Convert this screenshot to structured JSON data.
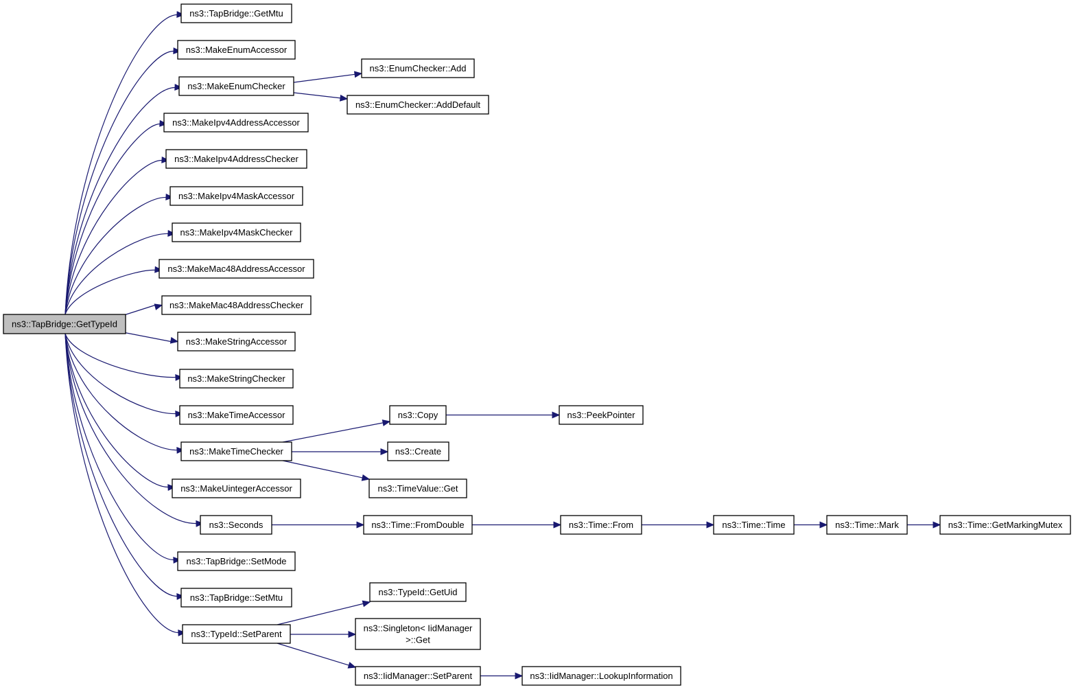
{
  "nodes": {
    "root": "ns3::TapBridge::GetTypeId",
    "get_mtu": "ns3::TapBridge::GetMtu",
    "make_enum_accessor": "ns3::MakeEnumAccessor",
    "make_enum_checker": "ns3::MakeEnumChecker",
    "enum_checker_add": "ns3::EnumChecker::Add",
    "enum_checker_add_default": "ns3::EnumChecker::AddDefault",
    "make_ipv4_address_accessor": "ns3::MakeIpv4AddressAccessor",
    "make_ipv4_address_checker": "ns3::MakeIpv4AddressChecker",
    "make_ipv4_mask_accessor": "ns3::MakeIpv4MaskAccessor",
    "make_ipv4_mask_checker": "ns3::MakeIpv4MaskChecker",
    "make_mac48_address_accessor": "ns3::MakeMac48AddressAccessor",
    "make_mac48_address_checker": "ns3::MakeMac48AddressChecker",
    "make_string_accessor": "ns3::MakeStringAccessor",
    "make_string_checker": "ns3::MakeStringChecker",
    "make_time_accessor": "ns3::MakeTimeAccessor",
    "make_time_checker": "ns3::MakeTimeChecker",
    "copy": "ns3::Copy",
    "peek_pointer": "ns3::PeekPointer",
    "create": "ns3::Create",
    "time_value_get": "ns3::TimeValue::Get",
    "make_uinteger_accessor": "ns3::MakeUintegerAccessor",
    "seconds": "ns3::Seconds",
    "time_from_double": "ns3::Time::FromDouble",
    "time_from": "ns3::Time::From",
    "time_time": "ns3::Time::Time",
    "time_mark": "ns3::Time::Mark",
    "time_get_marking_mutex": "ns3::Time::GetMarkingMutex",
    "set_mode": "ns3::TapBridge::SetMode",
    "set_mtu": "ns3::TapBridge::SetMtu",
    "typeid_set_parent": "ns3::TypeId::SetParent",
    "typeid_get_uid": "ns3::TypeId::GetUid",
    "singleton_get_line1": "ns3::Singleton< IidManager",
    "singleton_get_line2": ">::Get",
    "iid_manager_set_parent": "ns3::IidManager::SetParent",
    "iid_manager_lookup_information": "ns3::IidManager::LookupInformation"
  },
  "colors": {
    "edge": "#191970",
    "root_fill": "#bfbfbf",
    "node_fill": "#ffffff",
    "node_stroke": "#000000"
  }
}
